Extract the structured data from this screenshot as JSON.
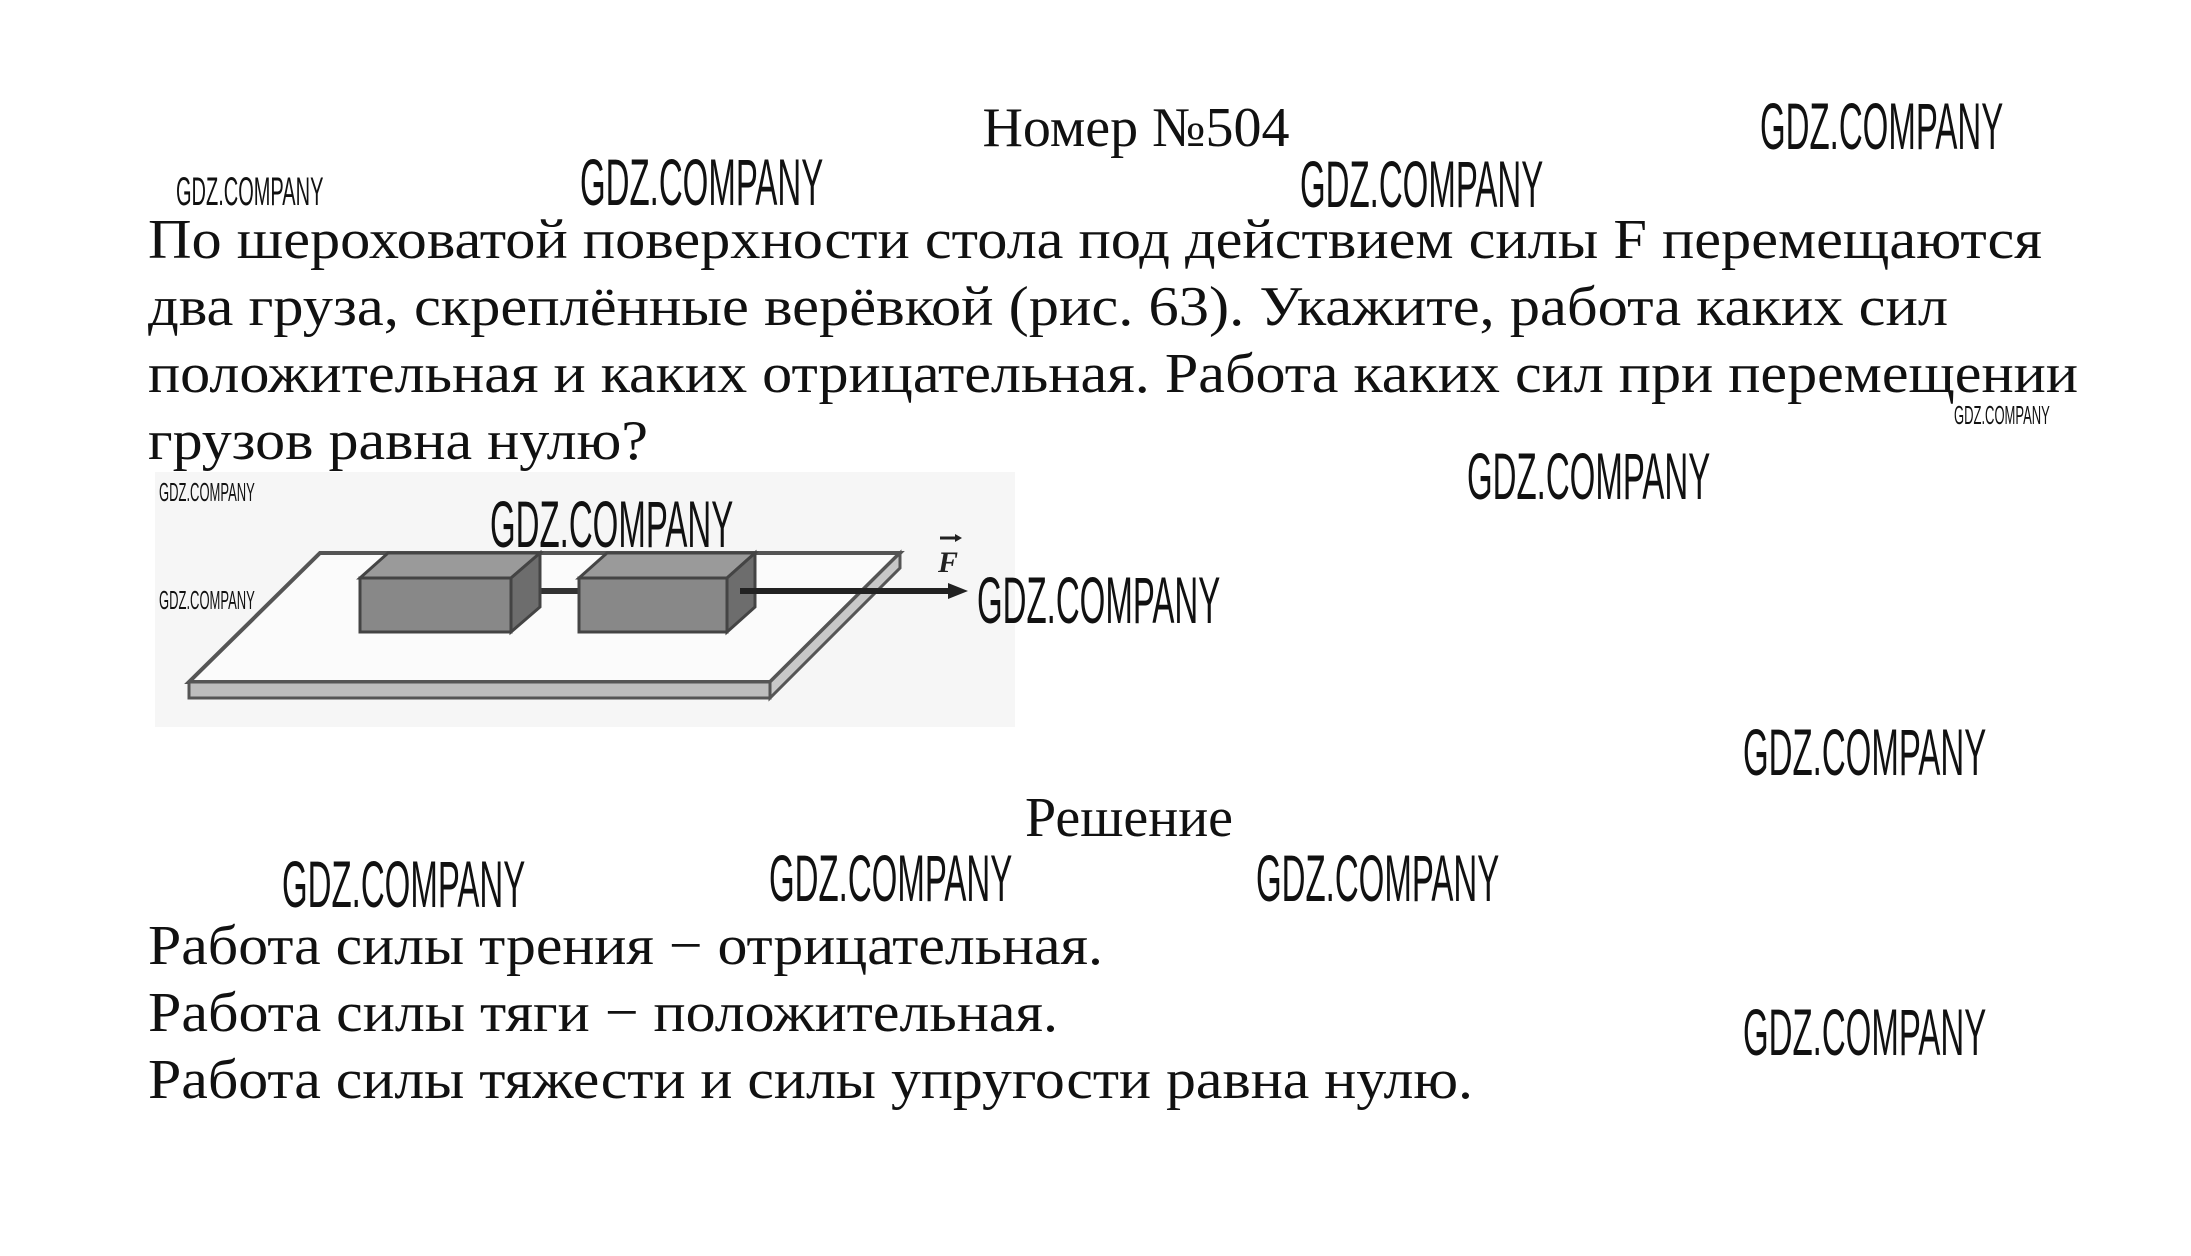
{
  "title": "Номер №504",
  "problem_lines": [
    "По шероховатой поверхности стола под действием силы F перемещаются",
    "два груза, скреплённые верёвкой (рис. 63). Укажите, работа каких сил",
    "положительная и каких отрицательная. Работа каких сил при перемещении",
    "грузов равна нулю?"
  ],
  "figure": {
    "force_label": "F"
  },
  "solution_heading": "Решение",
  "answer_lines": [
    "Работа силы трения − отрицательная.",
    "Работа силы тяги − положительная.",
    "Работа силы тяжести и силы упругости равна нулю."
  ],
  "watermark": "GDZ.COMPANY"
}
